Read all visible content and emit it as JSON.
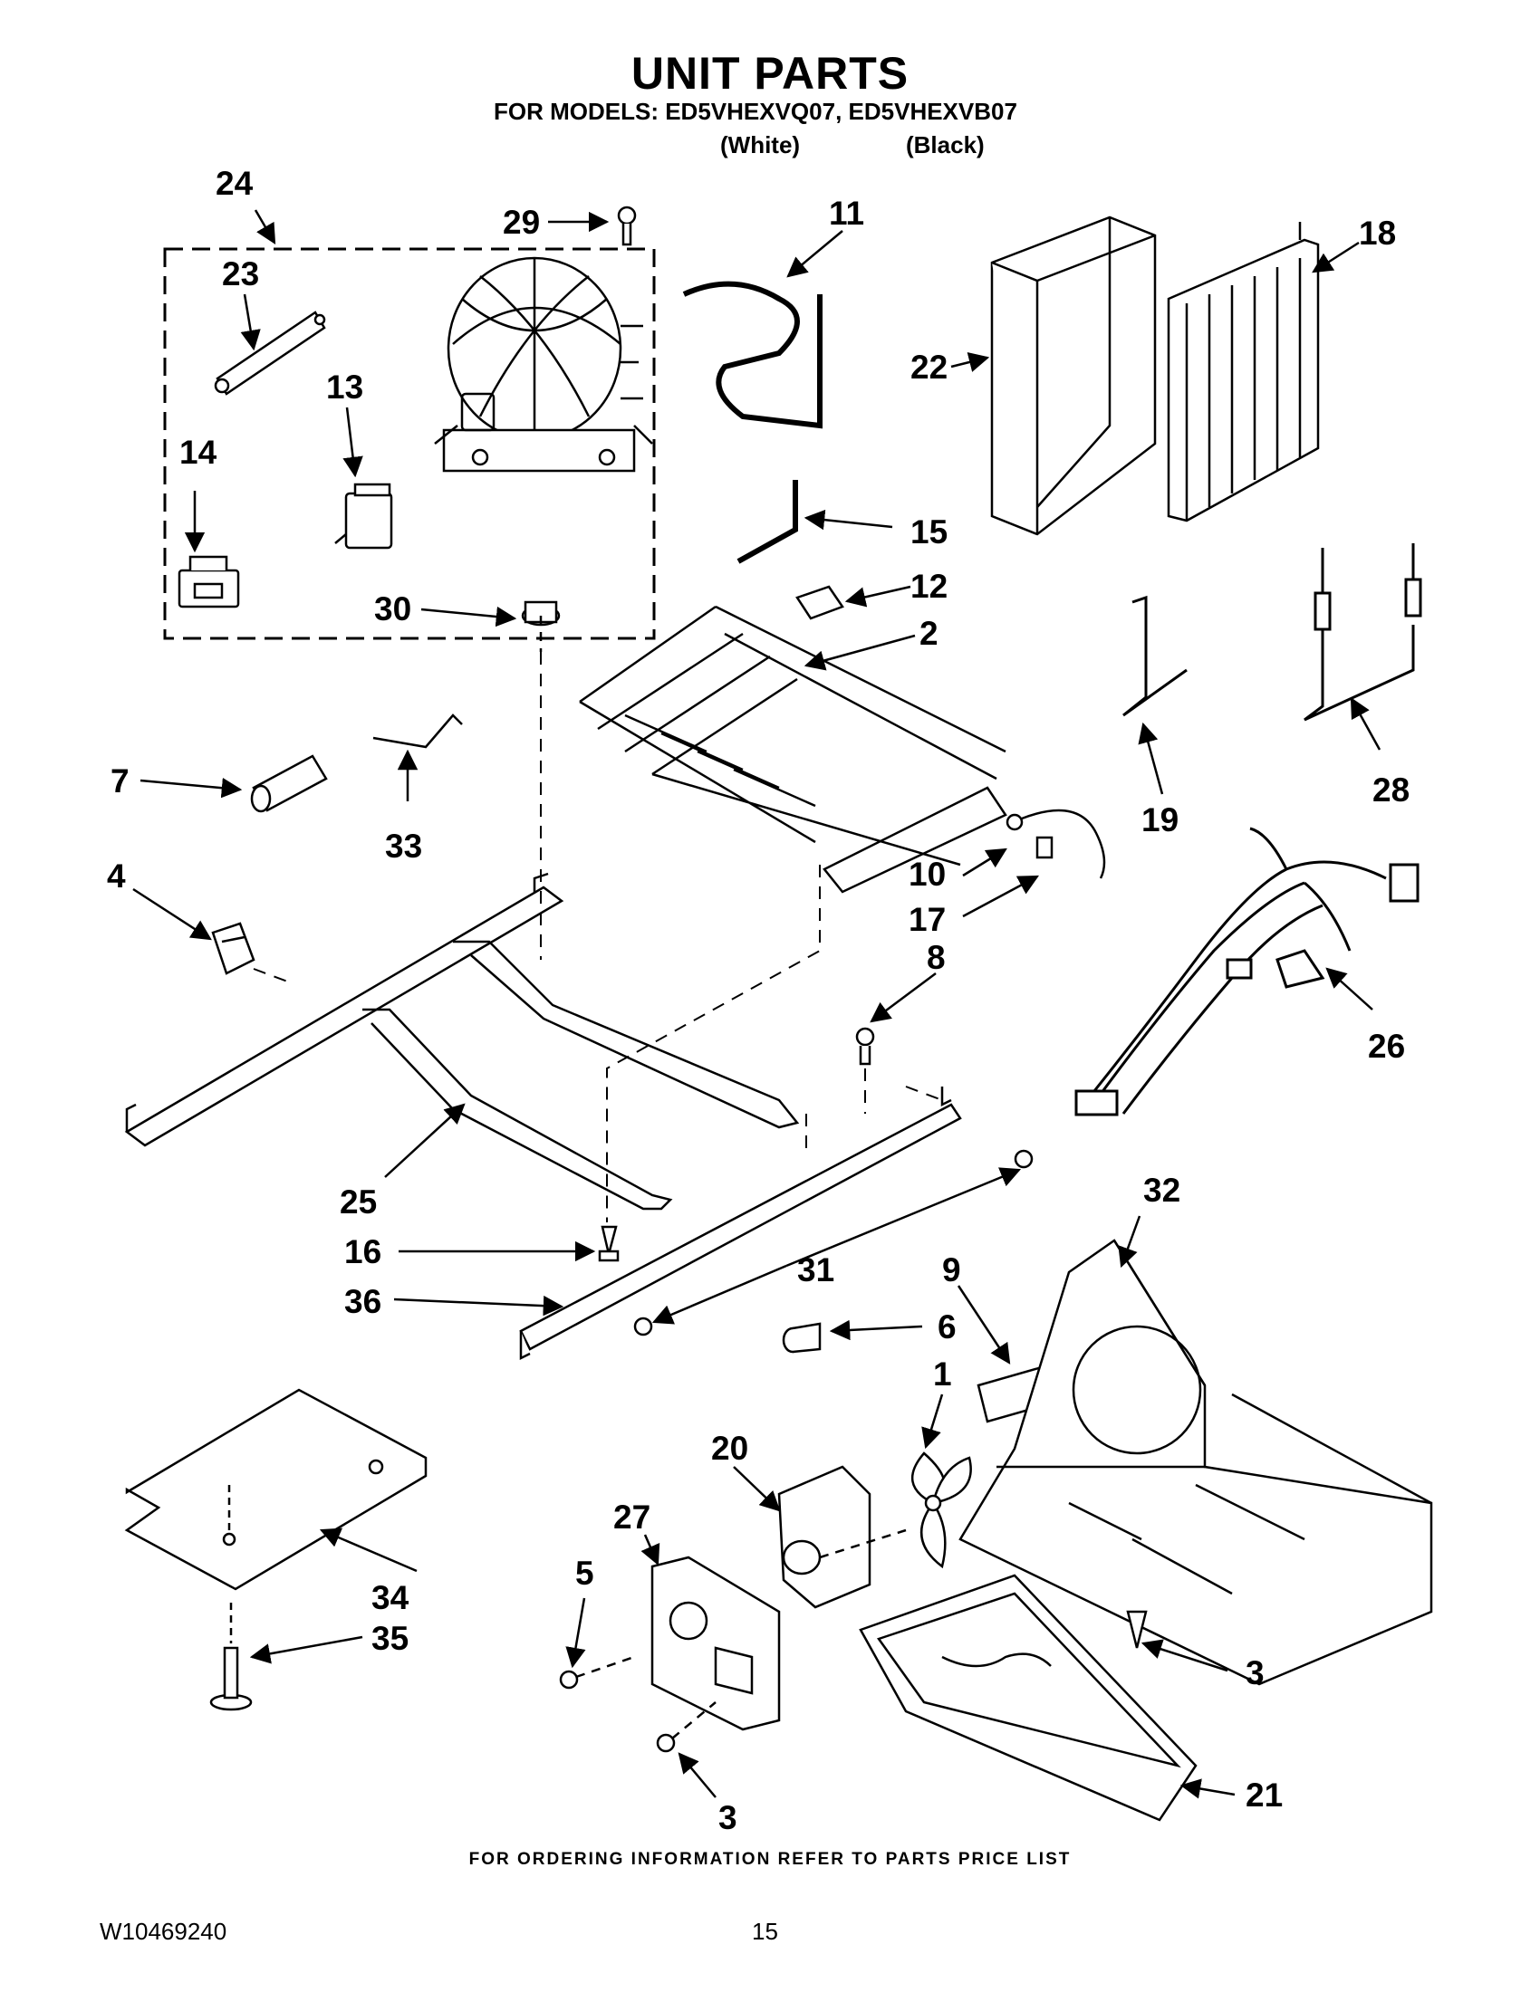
{
  "header": {
    "title": "UNIT PARTS",
    "models_line": "FOR MODELS: ED5VHEXVQ07, ED5VHEXVB07",
    "variant_white": "(White)",
    "variant_black": "(Black)"
  },
  "callouts": [
    {
      "id": "c24",
      "text": "24"
    },
    {
      "id": "c29",
      "text": "29"
    },
    {
      "id": "c11",
      "text": "11"
    },
    {
      "id": "c18",
      "text": "18"
    },
    {
      "id": "c23",
      "text": "23"
    },
    {
      "id": "c22",
      "text": "22"
    },
    {
      "id": "c13",
      "text": "13"
    },
    {
      "id": "c14",
      "text": "14"
    },
    {
      "id": "c15",
      "text": "15"
    },
    {
      "id": "c12",
      "text": "12"
    },
    {
      "id": "c30",
      "text": "30"
    },
    {
      "id": "c2",
      "text": "2"
    },
    {
      "id": "c7",
      "text": "7"
    },
    {
      "id": "c33",
      "text": "33"
    },
    {
      "id": "c19",
      "text": "19"
    },
    {
      "id": "c28",
      "text": "28"
    },
    {
      "id": "c10",
      "text": "10"
    },
    {
      "id": "c4",
      "text": "4"
    },
    {
      "id": "c17",
      "text": "17"
    },
    {
      "id": "c8",
      "text": "8"
    },
    {
      "id": "c26",
      "text": "26"
    },
    {
      "id": "c25",
      "text": "25"
    },
    {
      "id": "c32",
      "text": "32"
    },
    {
      "id": "c16",
      "text": "16"
    },
    {
      "id": "c31",
      "text": "31"
    },
    {
      "id": "c36",
      "text": "36"
    },
    {
      "id": "c9",
      "text": "9"
    },
    {
      "id": "c6",
      "text": "6"
    },
    {
      "id": "c1",
      "text": "1"
    },
    {
      "id": "c20",
      "text": "20"
    },
    {
      "id": "c27",
      "text": "27"
    },
    {
      "id": "c5",
      "text": "5"
    },
    {
      "id": "c34",
      "text": "34"
    },
    {
      "id": "c35",
      "text": "35"
    },
    {
      "id": "c3a",
      "text": "3"
    },
    {
      "id": "c3b",
      "text": "3"
    },
    {
      "id": "c21",
      "text": "21"
    }
  ],
  "footer": {
    "ordering_note": "FOR ORDERING INFORMATION REFER TO PARTS PRICE LIST",
    "doc_id": "W10469240",
    "page_number": "15"
  }
}
